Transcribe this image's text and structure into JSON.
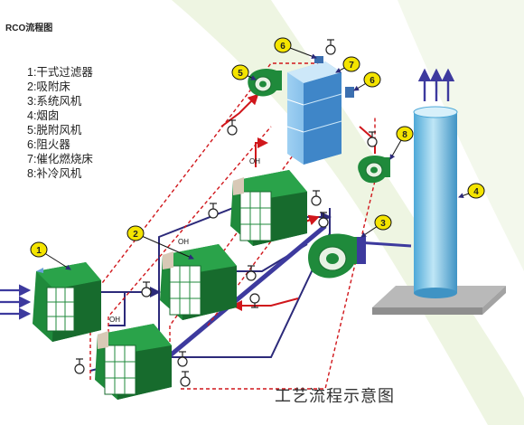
{
  "title": "RCO流程图",
  "legend": [
    "1:干式过滤器",
    "2:吸附床",
    "3:系统风机",
    "4:烟囱",
    "5:脱附风机",
    "6:阻火器",
    "7:催化燃烧床",
    "8:补冷风机"
  ],
  "callouts": {
    "c1": "1",
    "c2": "2",
    "c3": "3",
    "c4": "4",
    "c5": "5",
    "c6a": "6",
    "c6b": "6",
    "c7": "7",
    "c8": "8"
  },
  "oh": [
    "OH",
    "OH",
    "OH"
  ],
  "caption": "工艺流程示意图",
  "colors": {
    "bed_green": "#1f8a3b",
    "bed_dark": "#176b2d",
    "pipe_navy": "#2c2a7a",
    "hot_red": "#d0161b",
    "catalyst_blue": "#6fb3e8",
    "chimney_blue": "#79c2e6",
    "callout_yellow": "#f4e400",
    "swoosh": "#eef5e2"
  }
}
